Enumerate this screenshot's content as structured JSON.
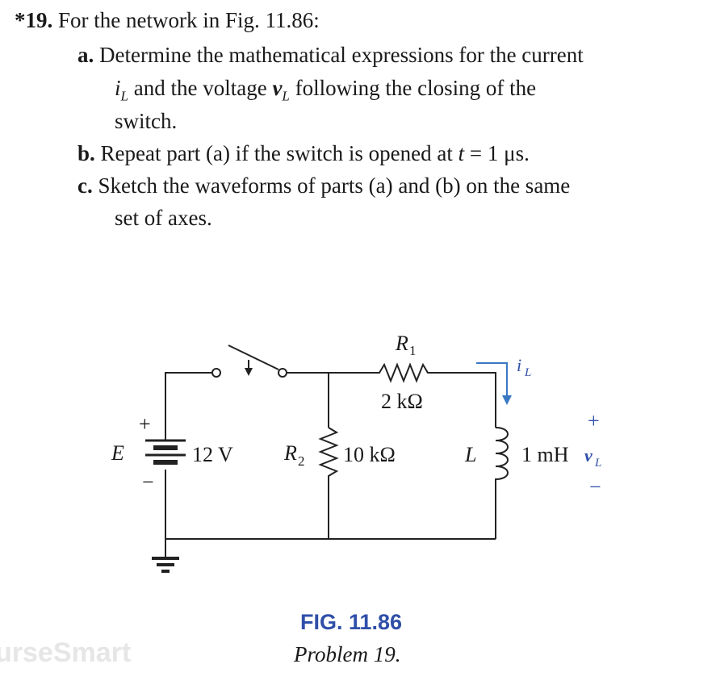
{
  "problem": {
    "number": "*19.",
    "intro": "For the network in Fig. 11.86:",
    "parts": [
      {
        "label": "a.",
        "line1_pre": "Determine the mathematical expressions for the current",
        "line2_var_i": "i",
        "line2_sub": "L",
        "line2_mid": " and the voltage ",
        "line2_var_v": "v",
        "line2_rest": " following the closing of the",
        "line3": "switch."
      },
      {
        "label": "b.",
        "text_pre": "Repeat part (a) if the switch is opened at ",
        "t_var": "t",
        "text_post": " = 1 μs."
      },
      {
        "label": "c.",
        "line1": "Sketch the waveforms of parts (a) and (b) on the same",
        "line2": "set of axes."
      }
    ]
  },
  "circuit": {
    "E_label": "E",
    "E_value": "12 V",
    "plus": "+",
    "minus": "−",
    "R1_label": "R",
    "R1_sub": "1",
    "R1_value": "2 kΩ",
    "R2_label": "R",
    "R2_sub": "2",
    "R2_value": "10 kΩ",
    "L_label": "L",
    "L_value": "1 mH",
    "iL_var": "i",
    "iL_sub": "L",
    "vL_var": "v",
    "vL_sub": "L"
  },
  "figure": {
    "title": "FIG. 11.86",
    "caption": "Problem 19."
  },
  "watermark": "urseSmart",
  "colors": {
    "accent": "#2f4fa8",
    "current_arrow": "#3a78c4"
  }
}
